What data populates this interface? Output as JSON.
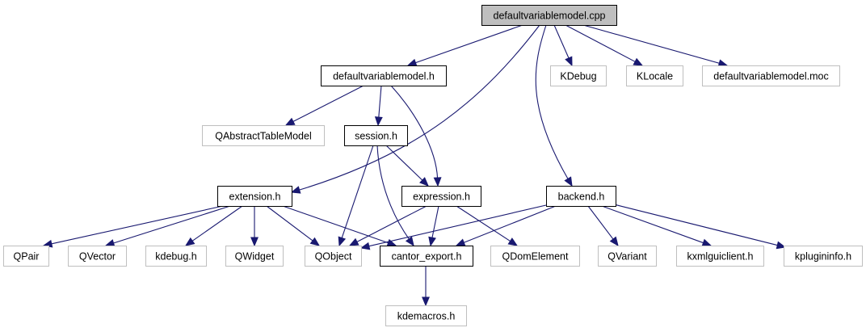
{
  "diagram": {
    "type": "include-dependency-graph",
    "colors": {
      "edge": "#191970",
      "root_fill": "#bfbfbf",
      "documented_border": "#000000",
      "external_border": "#bfbfbf"
    },
    "nodes": [
      {
        "id": "root",
        "label": "defaultvariablemodel.cpp",
        "kind": "root"
      },
      {
        "id": "dvm_h",
        "label": "defaultvariablemodel.h",
        "kind": "documented"
      },
      {
        "id": "kdebug_cap",
        "label": "KDebug",
        "kind": "external"
      },
      {
        "id": "klocale",
        "label": "KLocale",
        "kind": "external"
      },
      {
        "id": "moc",
        "label": "defaultvariablemodel.moc",
        "kind": "external"
      },
      {
        "id": "qatm",
        "label": "QAbstractTableModel",
        "kind": "external"
      },
      {
        "id": "session",
        "label": "session.h",
        "kind": "documented"
      },
      {
        "id": "extension",
        "label": "extension.h",
        "kind": "documented"
      },
      {
        "id": "expression",
        "label": "expression.h",
        "kind": "documented"
      },
      {
        "id": "backend",
        "label": "backend.h",
        "kind": "documented"
      },
      {
        "id": "qpair",
        "label": "QPair",
        "kind": "external"
      },
      {
        "id": "qvector",
        "label": "QVector",
        "kind": "external"
      },
      {
        "id": "kdebug_h",
        "label": "kdebug.h",
        "kind": "external"
      },
      {
        "id": "qwidget",
        "label": "QWidget",
        "kind": "external"
      },
      {
        "id": "qobject",
        "label": "QObject",
        "kind": "external"
      },
      {
        "id": "cantor",
        "label": "cantor_export.h",
        "kind": "documented"
      },
      {
        "id": "qdom",
        "label": "QDomElement",
        "kind": "external"
      },
      {
        "id": "qvariant",
        "label": "QVariant",
        "kind": "external"
      },
      {
        "id": "kxml",
        "label": "kxmlguiclient.h",
        "kind": "external"
      },
      {
        "id": "kplugin",
        "label": "kplugininfo.h",
        "kind": "external"
      },
      {
        "id": "kdemacros",
        "label": "kdemacros.h",
        "kind": "external"
      }
    ],
    "edges": [
      {
        "from": "root",
        "to": "dvm_h"
      },
      {
        "from": "root",
        "to": "extension"
      },
      {
        "from": "root",
        "to": "backend"
      },
      {
        "from": "root",
        "to": "kdebug_cap"
      },
      {
        "from": "root",
        "to": "klocale"
      },
      {
        "from": "root",
        "to": "moc"
      },
      {
        "from": "dvm_h",
        "to": "qatm"
      },
      {
        "from": "dvm_h",
        "to": "session"
      },
      {
        "from": "dvm_h",
        "to": "expression"
      },
      {
        "from": "session",
        "to": "expression"
      },
      {
        "from": "session",
        "to": "qobject"
      },
      {
        "from": "session",
        "to": "cantor"
      },
      {
        "from": "extension",
        "to": "qpair"
      },
      {
        "from": "extension",
        "to": "qvector"
      },
      {
        "from": "extension",
        "to": "kdebug_h"
      },
      {
        "from": "extension",
        "to": "qwidget"
      },
      {
        "from": "extension",
        "to": "qobject"
      },
      {
        "from": "extension",
        "to": "cantor"
      },
      {
        "from": "expression",
        "to": "qobject"
      },
      {
        "from": "expression",
        "to": "cantor"
      },
      {
        "from": "expression",
        "to": "qdom"
      },
      {
        "from": "backend",
        "to": "qobject"
      },
      {
        "from": "backend",
        "to": "cantor"
      },
      {
        "from": "backend",
        "to": "qvariant"
      },
      {
        "from": "backend",
        "to": "kxml"
      },
      {
        "from": "backend",
        "to": "kplugin"
      },
      {
        "from": "cantor",
        "to": "kdemacros"
      }
    ]
  }
}
